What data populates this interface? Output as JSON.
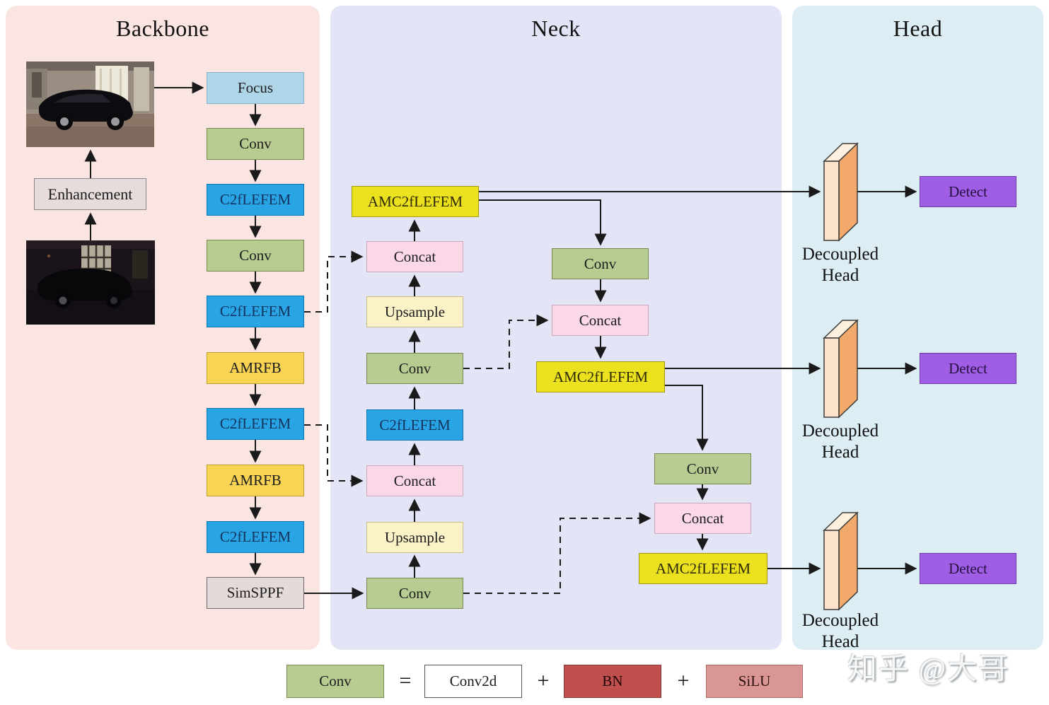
{
  "panels": {
    "backbone": "Backbone",
    "neck": "Neck",
    "head": "Head"
  },
  "backbone": {
    "nodes": [
      "Focus",
      "Conv",
      "C2fLEFEM",
      "Conv",
      "C2fLEFEM",
      "AMRFB",
      "C2fLEFEM",
      "AMRFB",
      "C2fLEFEM",
      "SimSPPF"
    ],
    "enhancement": "Enhancement",
    "images": [
      "enhanced-car-photo-garage",
      "low-light-car-photo-night"
    ]
  },
  "neck": {
    "left": [
      "AMC2fLEFEM",
      "Concat",
      "Upsample",
      "Conv",
      "C2fLEFEM",
      "Concat",
      "Upsample",
      "Conv"
    ],
    "right": [
      "Conv",
      "Concat",
      "AMC2fLEFEM",
      "Conv",
      "Concat",
      "AMC2fLEFEM"
    ]
  },
  "head": {
    "decoupled": [
      "Decoupled Head",
      "Decoupled Head",
      "Decoupled Head"
    ],
    "detect": [
      "Detect",
      "Detect",
      "Detect"
    ]
  },
  "legend": {
    "conv": "Conv",
    "eq": "=",
    "conv2d": "Conv2d",
    "plus1": "+",
    "bn": "BN",
    "plus2": "+",
    "silu": "SiLU"
  },
  "watermark": "知乎 @大哥",
  "colors": {
    "backbone_panel": "#fbe5e3",
    "neck_panel": "#e4e4f7",
    "head_panel": "#ddedf4",
    "focus": "#aed6e8",
    "conv": "#b8cc92",
    "c2flefem": "#29a4e4",
    "amrfb": "#f8d354",
    "amc2flefem": "#ece11e",
    "simsppf": "#e5dada",
    "enhancement": "#e7dcdc",
    "concat": "#fbd8e8",
    "upsample": "#fbf2c8",
    "detect": "#a05ee4",
    "conv2d": "#ffffff",
    "bn": "#c0504d",
    "silu": "#d99694",
    "decoupled_head_front": "#fbe2c8",
    "decoupled_head_side": "#f2a96b",
    "arrow": "#1a1a1a"
  }
}
